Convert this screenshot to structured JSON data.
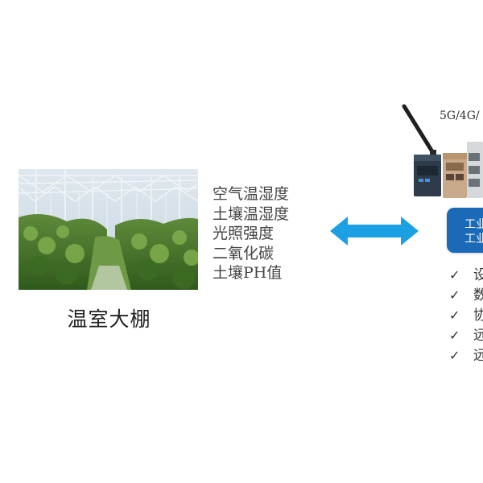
{
  "greenhouse": {
    "caption": "温室大棚"
  },
  "sensors": {
    "items": [
      "空气温湿度",
      "土壤温湿度",
      "光照强度",
      "二氧化碳",
      "土壤PH值"
    ]
  },
  "gateway": {
    "network_label": "5G/4G/",
    "lines": [
      "工业",
      "工业"
    ]
  },
  "features": {
    "check_glyph": "✓",
    "items": [
      "设",
      "数",
      "协",
      "远",
      "远"
    ]
  },
  "colors": {
    "arrow": "#1aa0e3",
    "gateway_box": "#1b6ab8"
  }
}
